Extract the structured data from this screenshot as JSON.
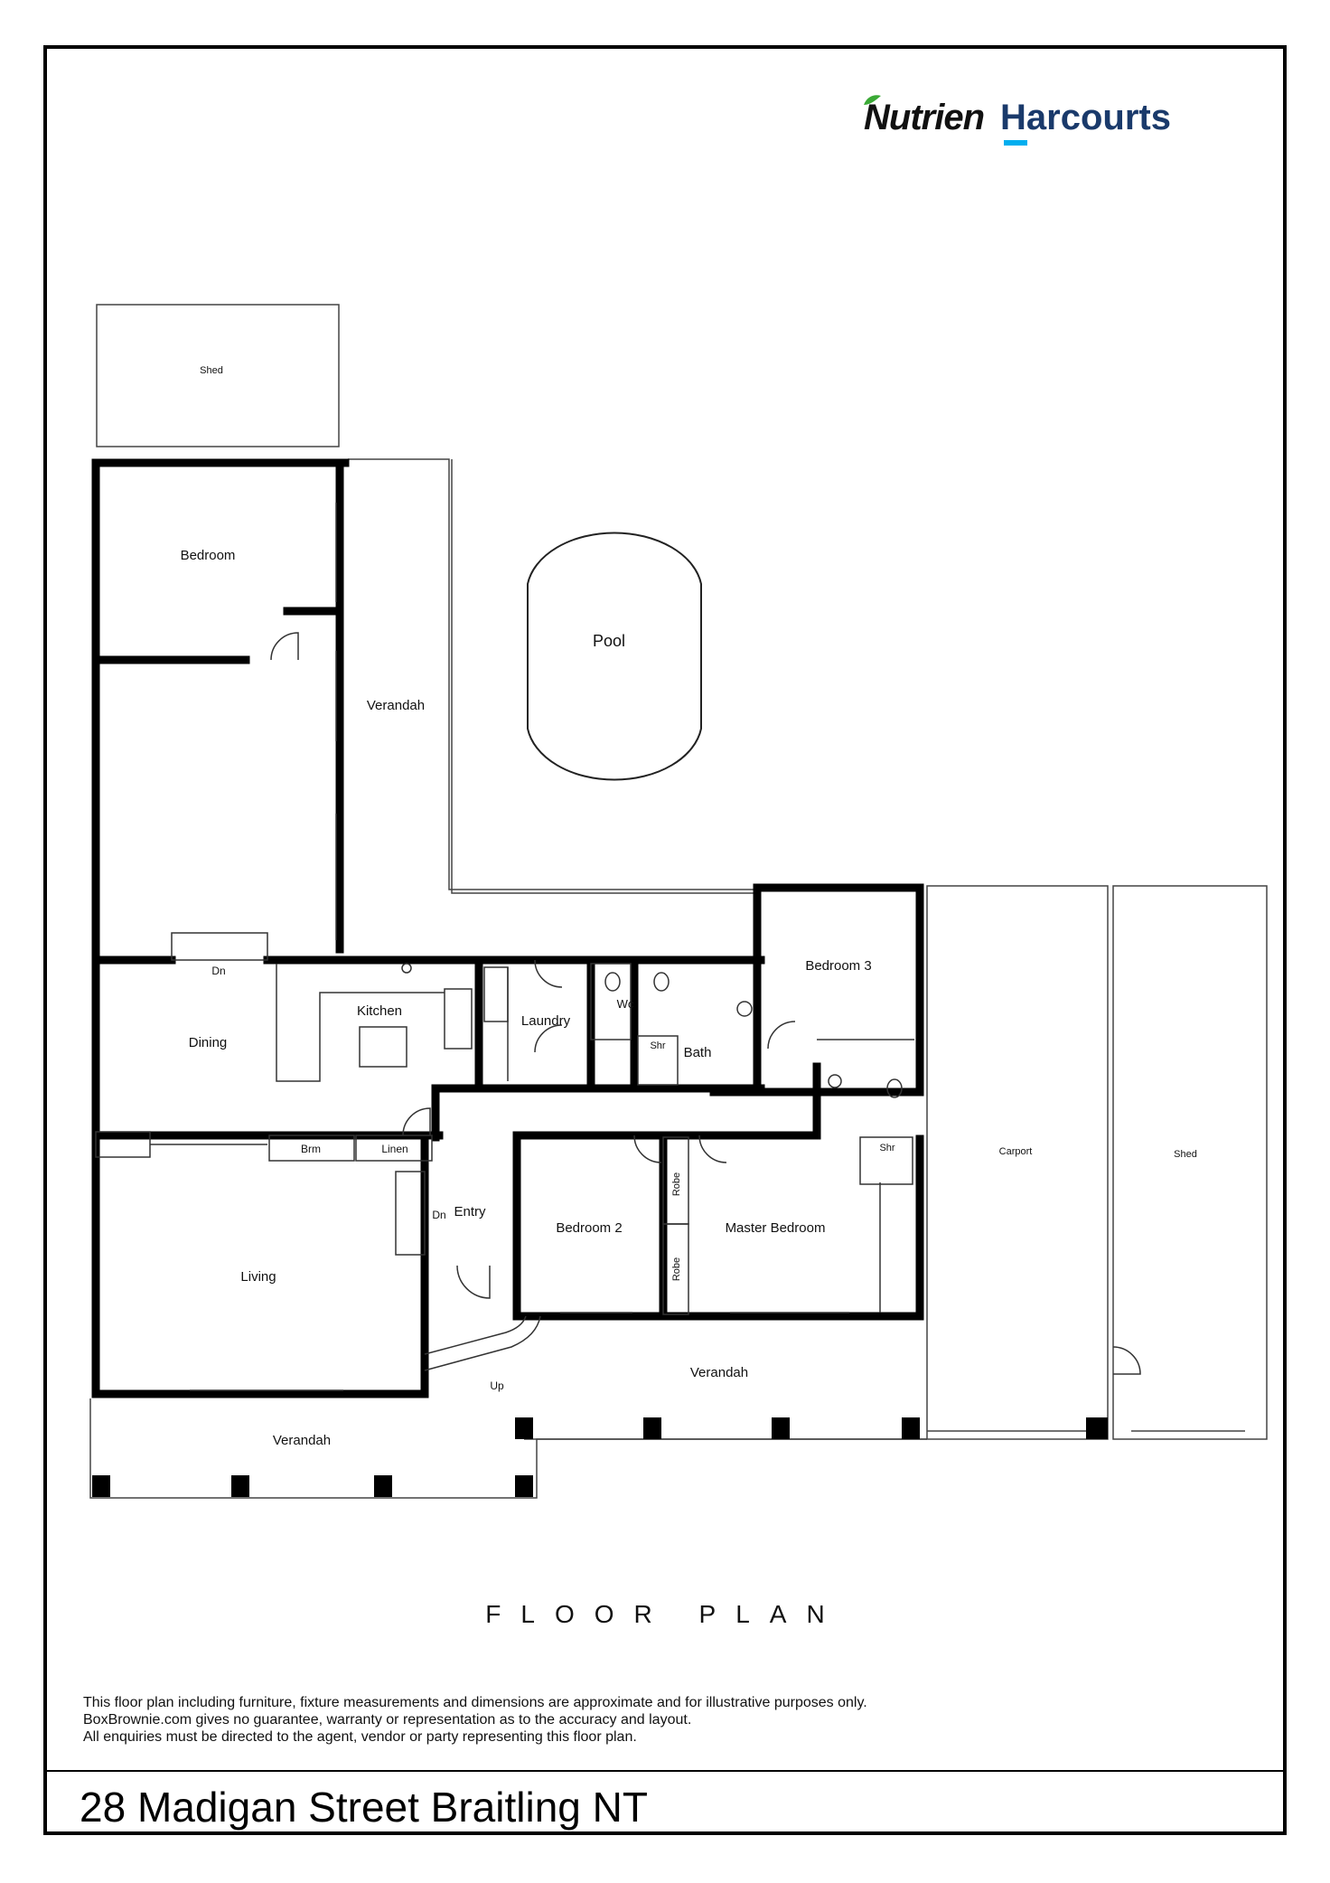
{
  "brand": {
    "name_primary": "Nutrien",
    "name_secondary": "Harcourts",
    "color_primary": "#111111",
    "color_secondary": "#1a3a6b",
    "accent": "#00aeef",
    "leaf_color": "#3aa935"
  },
  "rooms": {
    "shed_left": "Shed",
    "bedroom": "Bedroom",
    "verandah_back": "Verandah",
    "pool": "Pool",
    "bedroom3": "Bedroom 3",
    "dining": "Dining",
    "kitchen": "Kitchen",
    "laundry": "Laundry",
    "wc": "Wc",
    "bath": "Bath",
    "shr_bath": "Shr",
    "shr_ensuite": "Shr",
    "brm": "Brm",
    "linen": "Linen",
    "entry": "Entry",
    "living": "Living",
    "bedroom2": "Bedroom 2",
    "master_bedroom": "Master Bedroom",
    "robe_top": "Robe",
    "robe_bottom": "Robe",
    "carport": "Carport",
    "shed_right": "Shed",
    "verandah_front": "Verandah",
    "verandah_left": "Verandah"
  },
  "stairs": {
    "dn_dining": "Dn",
    "dn_entry": "Dn",
    "up_front": "Up"
  },
  "footer": {
    "heading": "FLOOR PLAN",
    "disclaimer_1": "This floor plan including furniture, fixture measurements and dimensions are approximate and for illustrative purposes only.",
    "disclaimer_2": "BoxBrownie.com gives no guarantee, warranty or representation as to the accuracy and layout.",
    "disclaimer_3": "All enquiries must be directed to the agent, vendor or party representing this floor plan.",
    "address": "28 Madigan Street Braitling NT"
  }
}
